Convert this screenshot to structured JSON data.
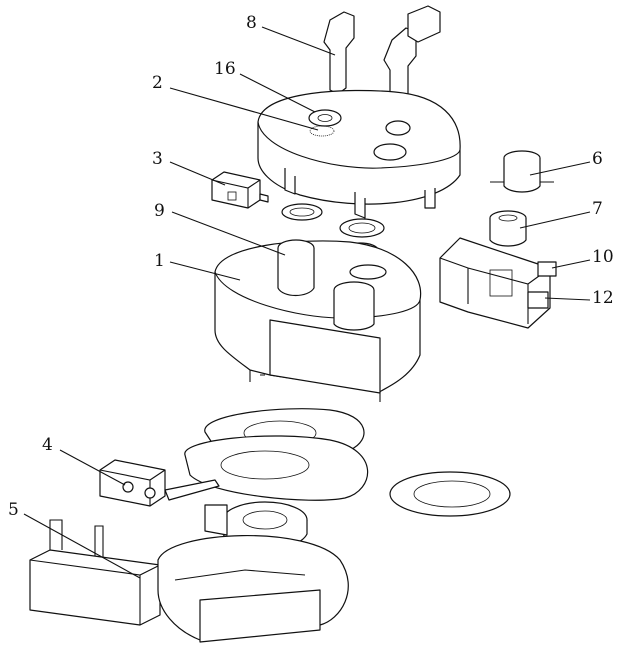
{
  "figure": {
    "labels": [
      {
        "id": "8",
        "text": "8"
      },
      {
        "id": "16",
        "text": "16"
      },
      {
        "id": "2",
        "text": "2"
      },
      {
        "id": "3",
        "text": "3"
      },
      {
        "id": "9",
        "text": "9"
      },
      {
        "id": "1",
        "text": "1"
      },
      {
        "id": "6",
        "text": "6"
      },
      {
        "id": "7",
        "text": "7"
      },
      {
        "id": "10",
        "text": "10"
      },
      {
        "id": "12",
        "text": "12"
      },
      {
        "id": "4",
        "text": "4"
      },
      {
        "id": "5",
        "text": "5"
      }
    ]
  }
}
